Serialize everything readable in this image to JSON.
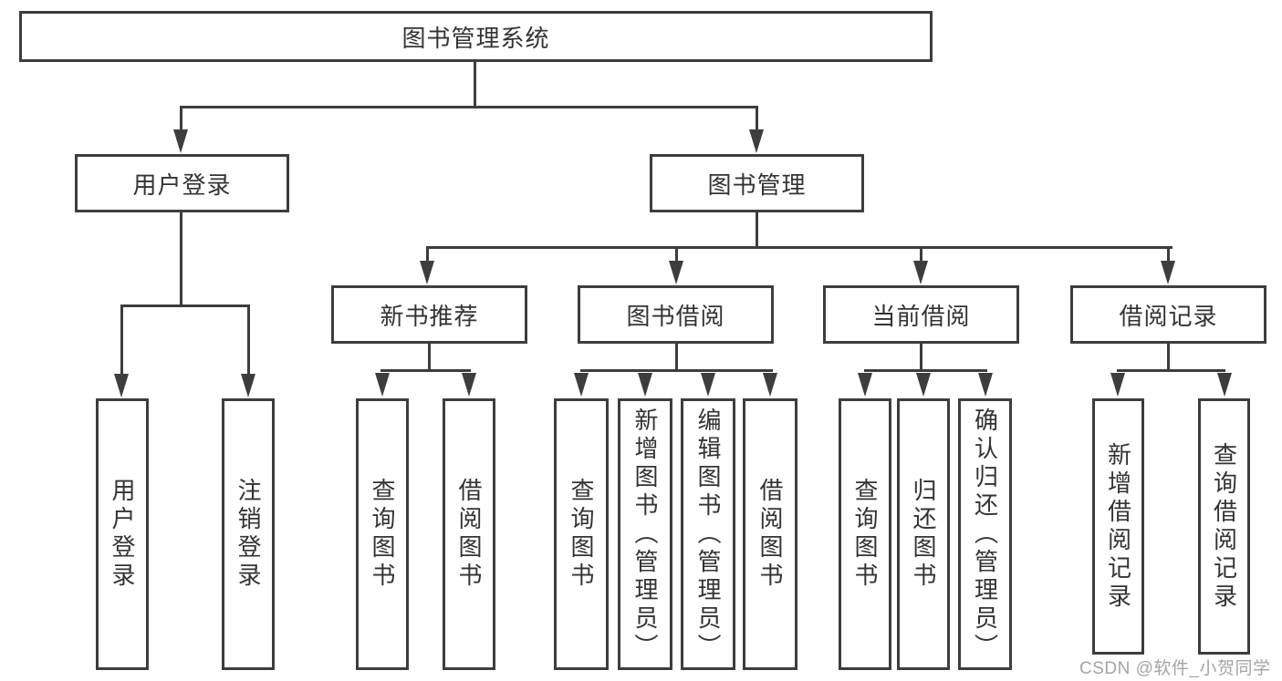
{
  "tree": {
    "root": {
      "label": "图书管理系统"
    },
    "children": [
      {
        "label": "用户登录",
        "children": [
          {
            "label": "用户登录"
          },
          {
            "label": "注销登录"
          }
        ]
      },
      {
        "label": "图书管理",
        "children": [
          {
            "label": "新书推荐",
            "children": [
              {
                "label": "查询图书"
              },
              {
                "label": "借阅图书"
              }
            ]
          },
          {
            "label": "图书借阅",
            "children": [
              {
                "label": "查询图书"
              },
              {
                "label": "新增图书（管理员）"
              },
              {
                "label": "编辑图书（管理员）"
              },
              {
                "label": "借阅图书"
              }
            ]
          },
          {
            "label": "当前借阅",
            "children": [
              {
                "label": "查询图书"
              },
              {
                "label": "归还图书"
              },
              {
                "label": "确认归还（管理员）"
              }
            ]
          },
          {
            "label": "借阅记录",
            "children": [
              {
                "label": "新增借阅记录"
              },
              {
                "label": "查询借阅记录"
              }
            ]
          }
        ]
      }
    ]
  },
  "watermark": {
    "text": "CSDN @软件_小贺同学"
  },
  "colors": {
    "line": "#3d3d3d",
    "text": "#333333",
    "wm": "#a2a5a9",
    "bg": "#ffffff"
  }
}
